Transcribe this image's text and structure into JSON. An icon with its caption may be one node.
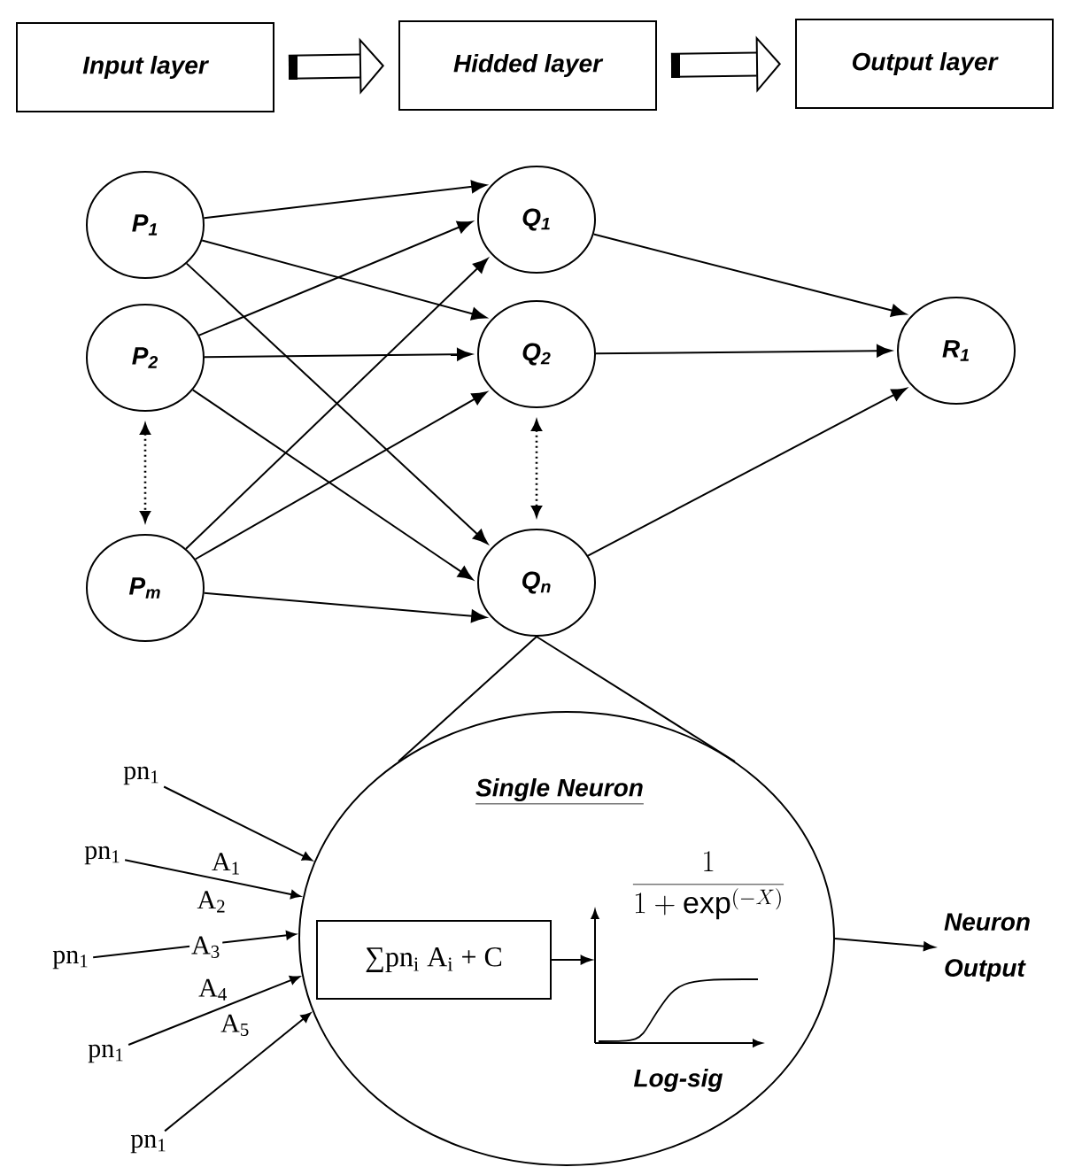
{
  "diagram": {
    "nodes": [
      {
        "text": [
          "Input layer"
        ]
      },
      {
        "text": [
          "Hidded layer"
        ]
      },
      {
        "text": [
          "Output layer"
        ]
      },
      {
        "text": [
          "P$_{1}$"
        ]
      },
      {
        "text": [
          "P$_{2}$"
        ]
      },
      {
        "text": [
          "P$_{m}$"
        ]
      },
      {
        "text": [
          "Q$_{1}$"
        ]
      },
      {
        "text": [
          "Q$_{2}$"
        ]
      },
      {
        "text": [
          "Q$_{n}$"
        ]
      },
      {
        "text": [
          "R$_{1}$"
        ]
      },
      {
        "text": [
          "Single Neuron"
        ]
      },
      {
        "text": [
          "∑pn$_{i}$ A$_{i}$ + C"
        ],
        "in": 10
      },
      {
        "text": [
          "\\frac{1}{1+\\exp^{(-X)}}",
          "Log-sig"
        ],
        "in": 10
      },
      {
        "text": [
          "Neuron Output"
        ]
      },
      {
        "text": [
          "pn$_{1}$"
        ]
      },
      {
        "text": [
          "pn$_{1}$"
        ]
      },
      {
        "text": [
          "pn$_{1}$"
        ]
      },
      {
        "text": [
          "pn$_{1}$"
        ]
      },
      {
        "text": [
          "pn$_{1}$"
        ]
      }
    ],
    "edges": [
      {
        "from": 0,
        "to": 1,
        "arrow": "to",
        "style": "thick"
      },
      {
        "from": 1,
        "to": 2,
        "arrow": "to",
        "style": "thick"
      },
      {
        "from": 3,
        "to": 6,
        "arrow": "to"
      },
      {
        "from": 3,
        "to": 7,
        "arrow": "to"
      },
      {
        "from": 3,
        "to": 8,
        "arrow": "to"
      },
      {
        "from": 4,
        "to": 6,
        "arrow": "to"
      },
      {
        "from": 4,
        "to": 7,
        "arrow": "to"
      },
      {
        "from": 4,
        "to": 8,
        "arrow": "to"
      },
      {
        "from": 5,
        "to": 6,
        "arrow": "to"
      },
      {
        "from": 5,
        "to": 7,
        "arrow": "to"
      },
      {
        "from": 5,
        "to": 8,
        "arrow": "to"
      },
      {
        "from": 6,
        "to": 9,
        "arrow": "to"
      },
      {
        "from": 7,
        "to": 9,
        "arrow": "to"
      },
      {
        "from": 8,
        "to": 9,
        "arrow": "to"
      },
      {
        "from": 4,
        "to": 5,
        "arrow": "both",
        "style": "dashed"
      },
      {
        "from": 7,
        "to": 8,
        "arrow": "both",
        "style": "dashed"
      },
      {
        "from": 8,
        "to": 10,
        "arrow": "none"
      },
      {
        "from": 14,
        "to": 10,
        "arrow": "to",
        "label": "A$_{1}$"
      },
      {
        "from": 15,
        "to": 10,
        "arrow": "to",
        "label": "A$_{2}$"
      },
      {
        "from": 16,
        "to": 10,
        "arrow": "to",
        "label": "A$_{3}$"
      },
      {
        "from": 17,
        "to": 10,
        "arrow": "to",
        "label": "A$_{4}$"
      },
      {
        "from": 18,
        "to": 10,
        "arrow": "to",
        "label": "A$_{5}$"
      },
      {
        "from": 11,
        "to": 12,
        "arrow": "to"
      },
      {
        "from": 10,
        "to": 13,
        "arrow": "to"
      }
    ]
  }
}
